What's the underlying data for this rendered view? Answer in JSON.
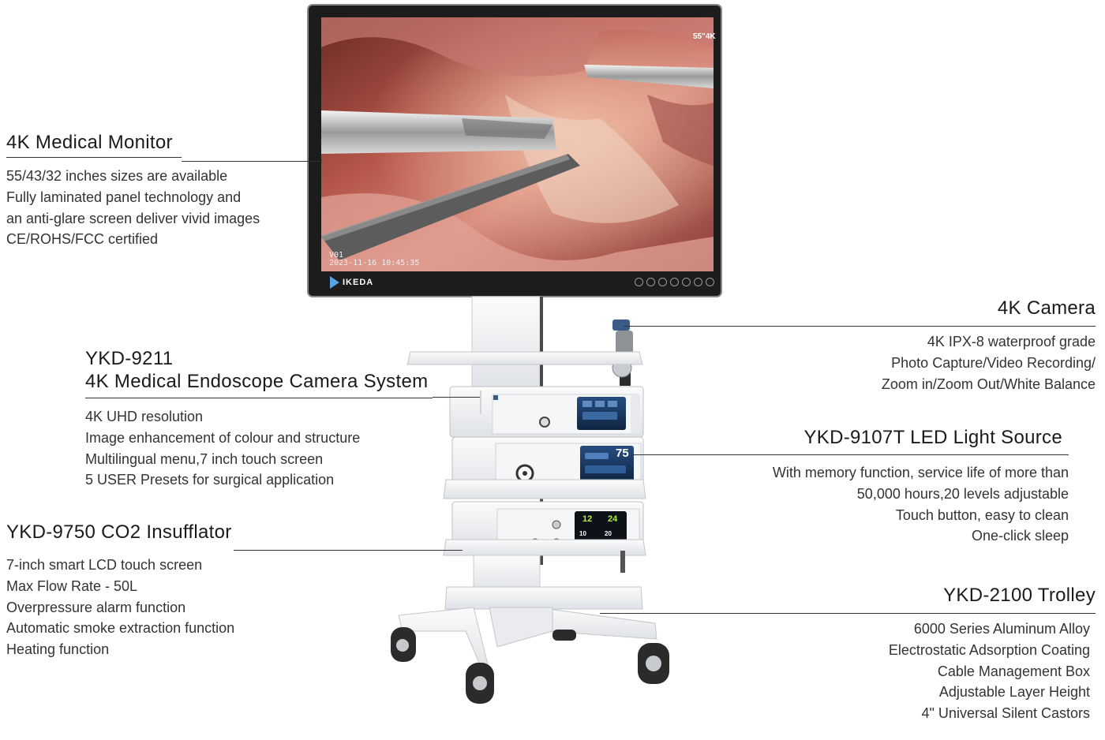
{
  "monitor": {
    "title": "4K Medical Monitor",
    "features": [
      "55/43/32 inches sizes are available",
      "Fully laminated panel technology and",
      "an anti-glare screen deliver vivid images",
      "CE/ROHS/FCC certified"
    ],
    "screen_overlay": {
      "size_badge": "55\"4K",
      "channel": "V01",
      "timestamp": "2023-11-16 10:45:35",
      "brand": "IKEDA"
    }
  },
  "camera": {
    "title": "4K Camera",
    "features": [
      "4K IPX-8 waterproof grade",
      "Photo Capture/Video Recording/",
      "Zoom in/Zoom Out/White Balance"
    ]
  },
  "endoscope_system": {
    "title_line1": "YKD-9211",
    "title_line2": "4K Medical Endoscope Camera System",
    "features": [
      "4K UHD resolution",
      "Image enhancement of colour and structure",
      "Multilingual menu,7 inch touch screen",
      "5 USER Presets for surgical application"
    ]
  },
  "light_source": {
    "title": "YKD-9107T LED Light Source",
    "features": [
      "With memory function, service life of more than",
      "50,000 hours,20 levels adjustable",
      "Touch button, easy to clean",
      "One-click sleep"
    ],
    "display_value": "75"
  },
  "insufflator": {
    "title": "YKD-9750 CO2 Insufflator",
    "features": [
      "7-inch smart LCD touch screen",
      "Max Flow Rate - 50L",
      "Overpressure alarm function",
      "Automatic smoke extraction function",
      "Heating function"
    ],
    "display_values": [
      "12",
      "24",
      "10",
      "20"
    ]
  },
  "trolley": {
    "title": "YKD-2100 Trolley",
    "features": [
      "6000 Series Aluminum Alloy",
      "Electrostatic Adsorption Coating",
      "Cable Management Box",
      "Adjustable Layer Height",
      "4\" Universal Silent Castors"
    ]
  },
  "colors": {
    "text": "#222222",
    "rule": "#333333",
    "device_body": "#eef0f2",
    "screen_blue": "#1b3a66",
    "accent_green": "#b6f23a"
  }
}
